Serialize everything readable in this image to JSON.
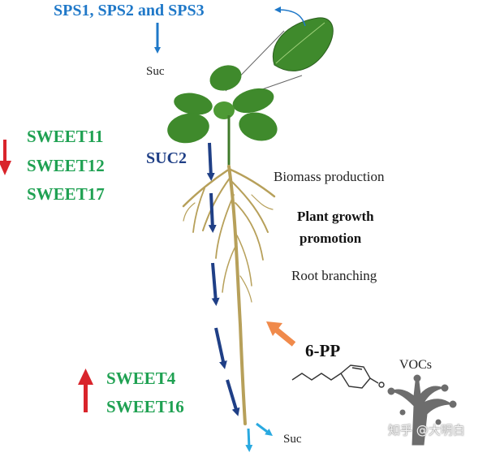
{
  "labels": {
    "sps": "SPS1, SPS2 and SPS3",
    "suc_top": "Suc",
    "suc2": "SUC2",
    "sweet11": "SWEET11",
    "sweet12": "SWEET12",
    "sweet17": "SWEET17",
    "biomass": "Biomass production",
    "growth_line1": "Plant growth",
    "growth_line2": "promotion",
    "root_branching": "Root branching",
    "pp": "6-PP",
    "vocs": "VOCs",
    "sweet4": "SWEET4",
    "sweet16": "SWEET16",
    "suc_bottom": "Suc",
    "watermark": "知乎 @大明白"
  },
  "colors": {
    "sps_blue": "#1f78c8",
    "suc2_navy": "#1f3f86",
    "sweet_green": "#1fa152",
    "down_arrow_red": "#d9242b",
    "up_arrow_red": "#d9242b",
    "pp_arrow_orange": "#f08a4b",
    "leaf_green": "#3f8a2c",
    "root_tan": "#b7a05a",
    "fungus_gray": "#6d6d6d"
  }
}
